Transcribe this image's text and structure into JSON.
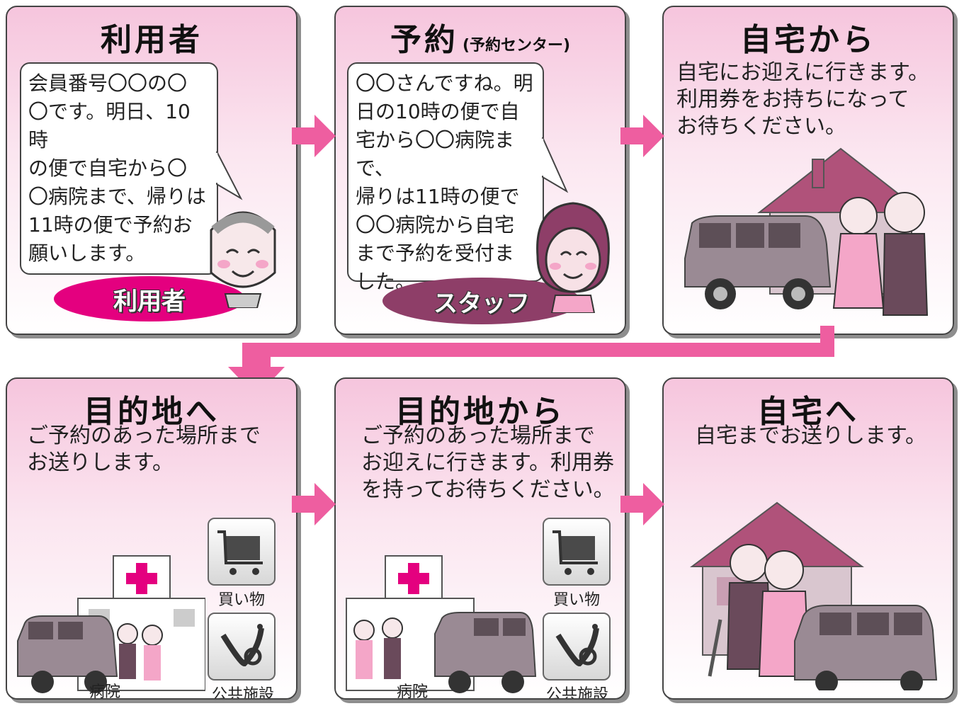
{
  "panels": {
    "user": {
      "title": "利用者",
      "bubble": "会員番号〇〇の〇\n〇です。明日、10時\nの便で自宅から〇\n〇病院まで、帰りは\n11時の便で予約お\n願いします。",
      "tag": "利用者"
    },
    "reservation": {
      "title": "予約",
      "subtitle": "(予約センター)",
      "bubble": "〇〇さんですね。明\n日の10時の便で自\n宅から〇〇病院まで、\n帰りは11時の便で\n〇〇病院から自宅\nまで予約を受付ま\nした。",
      "tag": "スタッフ"
    },
    "from_home": {
      "title": "自宅から",
      "text": "自宅にお迎えに行きます。\n利用券をお持ちになって\nお待ちください。"
    },
    "to_destination": {
      "title": "目的地へ",
      "text": "ご予約のあった場所まで\nお送りします。",
      "label_hospital": "病院",
      "label_shopping": "買い物",
      "label_public": "公共施設"
    },
    "from_destination": {
      "title": "目的地から",
      "text": "ご予約のあった場所まで\nお迎えに行きます。利用券\nを持ってお待ちください。",
      "label_hospital": "病院",
      "label_shopping": "買い物",
      "label_public": "公共施設"
    },
    "to_home": {
      "title": "自宅へ",
      "text": "自宅までお送りします。"
    }
  },
  "colors": {
    "arrow": "#ee5ea0",
    "panel_top": "#f6c5dd",
    "tag_user": "#e4007f",
    "tag_staff": "#8e3e68",
    "house": "#b0527a",
    "van": "#9a8a94"
  }
}
